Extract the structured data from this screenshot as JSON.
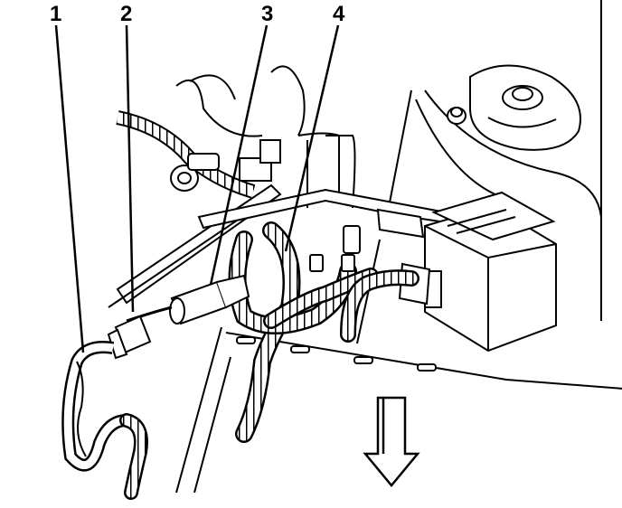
{
  "callouts": [
    {
      "id": "1",
      "label": "1"
    },
    {
      "id": "2",
      "label": "2"
    },
    {
      "id": "3",
      "label": "3"
    },
    {
      "id": "4",
      "label": "4"
    }
  ],
  "icons": {
    "direction_arrow": "down-arrow-icon"
  },
  "colors": {
    "line": "#000000",
    "background": "#ffffff"
  }
}
